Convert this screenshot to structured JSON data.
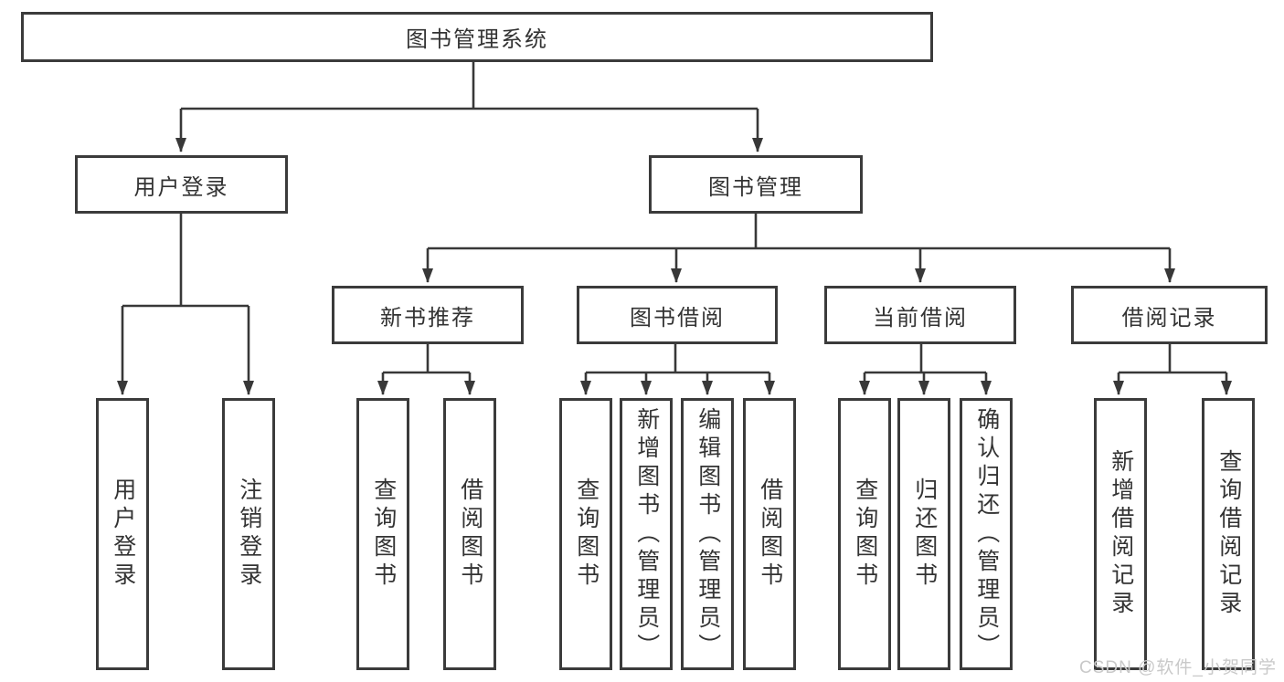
{
  "diagram": {
    "type": "hierarchy-tree",
    "root": {
      "label": "图书管理系统"
    },
    "level2": [
      {
        "label": "用户登录",
        "children": [
          {
            "label": "用户登录"
          },
          {
            "label": "注销登录"
          }
        ]
      },
      {
        "label": "图书管理",
        "children": [
          {
            "label": "新书推荐",
            "children": [
              {
                "label": "查询图书"
              },
              {
                "label": "借阅图书"
              }
            ]
          },
          {
            "label": "图书借阅",
            "children": [
              {
                "label": "查询图书"
              },
              {
                "label": "新增图书（管理员）"
              },
              {
                "label": "编辑图书（管理员）"
              },
              {
                "label": "借阅图书"
              }
            ]
          },
          {
            "label": "当前借阅",
            "children": [
              {
                "label": "查询图书"
              },
              {
                "label": "归还图书"
              },
              {
                "label": "确认归还（管理员）"
              }
            ]
          },
          {
            "label": "借阅记录",
            "children": [
              {
                "label": "新增借阅记录"
              },
              {
                "label": "查询借阅记录"
              }
            ]
          }
        ]
      }
    ]
  },
  "watermark": {
    "text": "CSDN @软件_小贺同学"
  },
  "colors": {
    "line": "#383838",
    "box_border": "#3b3b3b",
    "text": "#333333",
    "watermark": "#c9c9c9",
    "background": "#ffffff"
  }
}
